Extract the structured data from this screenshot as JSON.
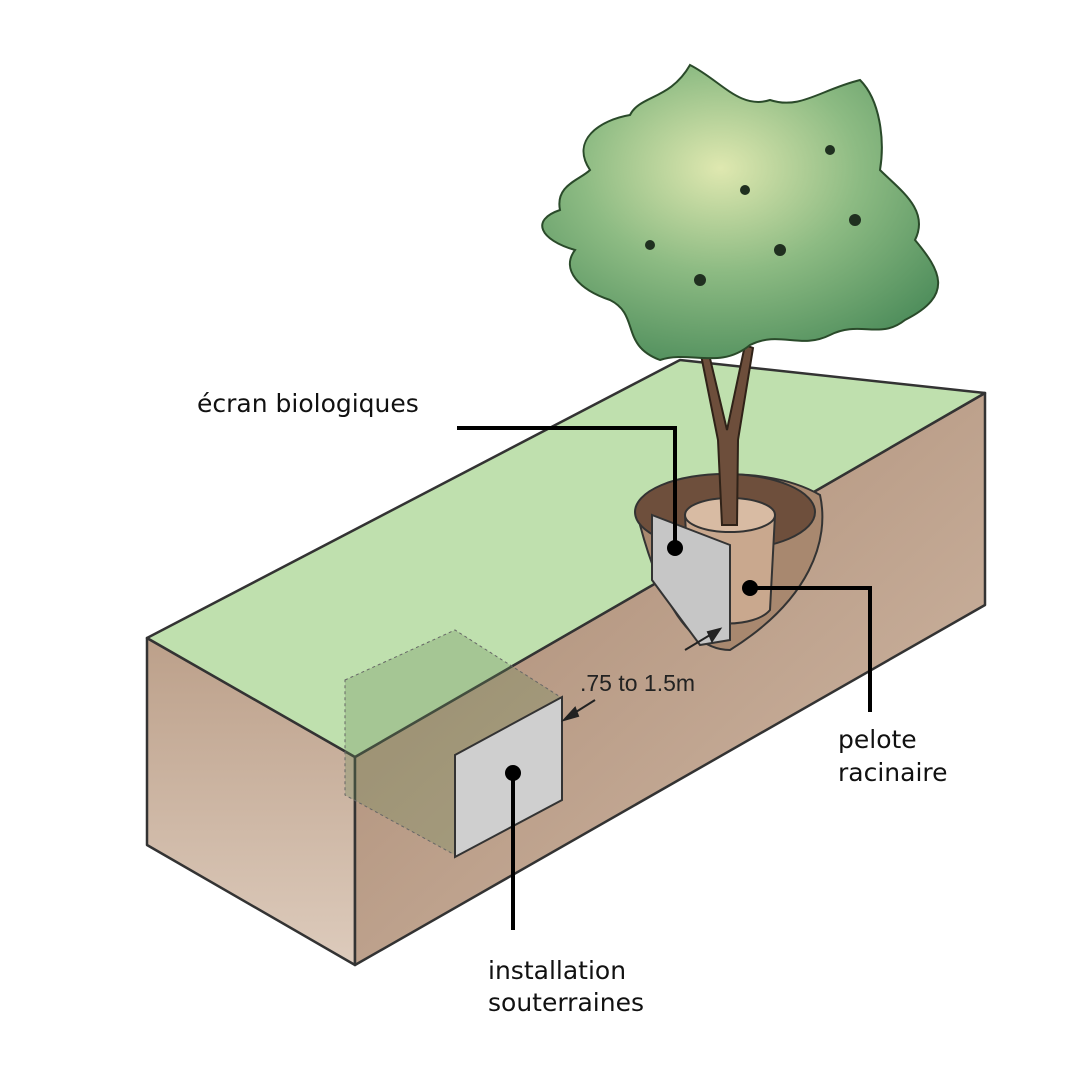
{
  "labels": {
    "screen": "écran biologiques",
    "rootball_line1": "pelote",
    "rootball_line2": "racinaire",
    "utility_line1": "installation",
    "utility_line2": "souterraines",
    "distance": ".75 to 1.5m"
  },
  "colors": {
    "grass": "#bfe0ae",
    "soil_front": "#b99a82",
    "soil_side": "#ccb4a0",
    "foliage": "#6fa571",
    "panel": "#c9c9c9"
  }
}
